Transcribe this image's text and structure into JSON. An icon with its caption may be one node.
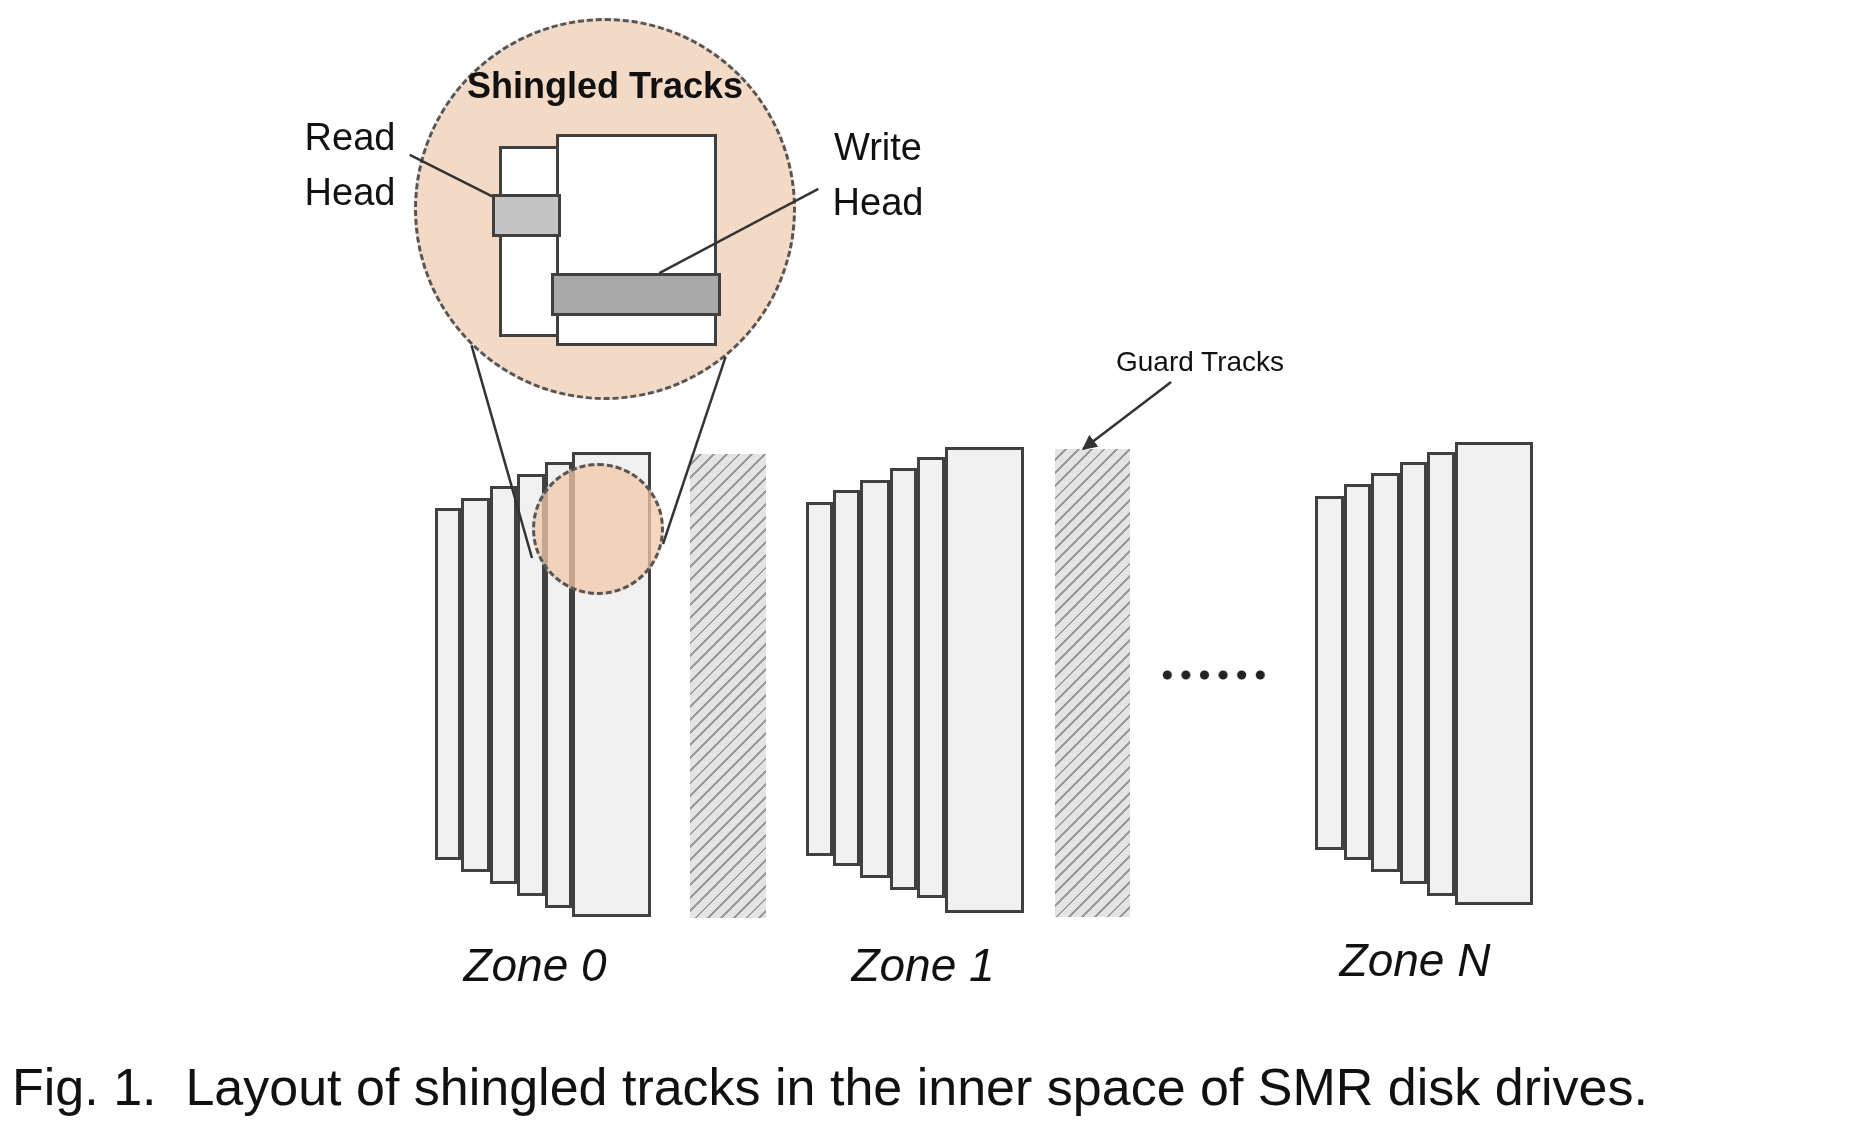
{
  "diagram": {
    "caption": "Fig. 1.  Layout of shingled tracks in the inner space of SMR disk drives.",
    "nodes": [
      {
        "text": [
          "Shingled Tracks"
        ]
      },
      {
        "text": [
          "Read Head"
        ]
      },
      {
        "text": [],
        "shape": "bar",
        "in": 0
      },
      {
        "text": [
          "Write Head"
        ]
      },
      {
        "text": [],
        "shape": "bar",
        "in": 0
      },
      {
        "text": [
          "Guard Tracks"
        ]
      },
      {
        "text": [],
        "shape": "bar"
      },
      {
        "text": [],
        "shape": "bar"
      },
      {
        "text": [],
        "shape": "circle"
      }
    ],
    "edges": [
      {
        "from": 1,
        "to": 2,
        "arrow": "none"
      },
      {
        "from": 3,
        "to": 4,
        "arrow": "none"
      },
      {
        "from": 5,
        "to": 7,
        "arrow": "to"
      },
      {
        "from": 8,
        "to": 0,
        "arrow": "none"
      },
      {
        "from": 8,
        "to": 0,
        "arrow": "none"
      }
    ],
    "labels": [
      "Zone 0",
      "Zone 1",
      "Zone N"
    ]
  }
}
